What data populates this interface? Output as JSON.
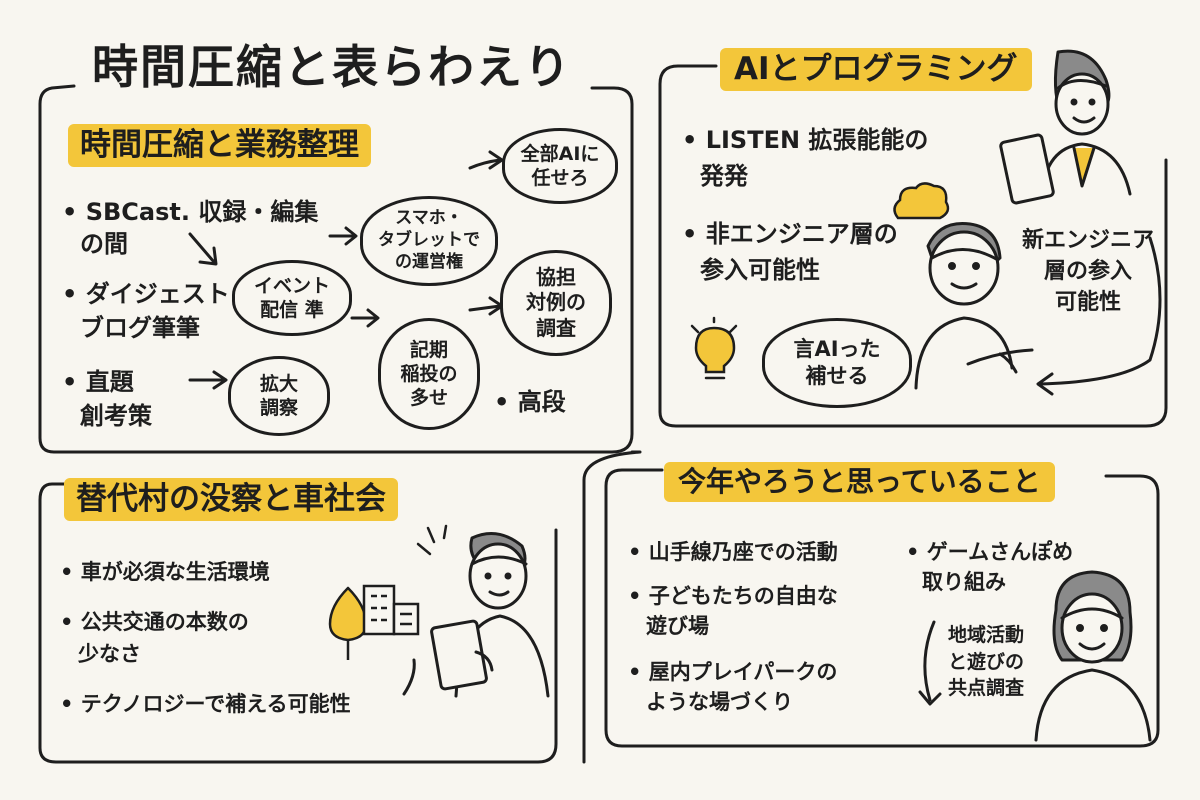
{
  "title": "時間圧縮と表らわえり",
  "panel_tl": {
    "heading": "時間圧縮と業務整理",
    "items": [
      "SBCast. 収録・編集",
      "の間",
      "ダイジェスト・",
      "ブログ筆筆",
      "直題",
      "創考策"
    ],
    "bubbles": [
      "全部AIに\n任せろ",
      "スマホ・\nタブレットで\nの運営権",
      "イベント\n配信 準",
      "協担\n対例の\n調査",
      "記期\n稲投の\n多せ",
      "拡大\n調察"
    ],
    "tag": "高段"
  },
  "panel_tr": {
    "heading": "AIとプログラミング",
    "items": [
      "LISTEN 拡張能能の",
      "発発",
      "非エンジニア層の",
      "参入可能性"
    ],
    "bubble": "言AIった\n補せる",
    "side_note": "新エンジニア\n層の参入\n可能性"
  },
  "panel_bl": {
    "heading": "替代村の没察と車社会",
    "items": [
      "車が必須な生活環境",
      "公共交通の本数の",
      "少なさ",
      "テクノロジーで補える可能性"
    ]
  },
  "panel_br": {
    "heading": "今年やろうと思っていること",
    "items": [
      "山手線乃座での活動",
      "子どもたちの自由な",
      "遊び場",
      "屋内プレイパークの",
      "ような場づくり",
      "ゲームさんぽめ",
      "取り組み"
    ],
    "note": "地域活動\nと遊びの\n共点調査"
  },
  "colors": {
    "highlight": "#f3c63a",
    "ink": "#1e1e1e",
    "background": "#f8f6f0"
  },
  "icons": [
    "lightbulb-icon",
    "cloud-icon",
    "tree-icon",
    "building-icon",
    "clipboard-icon",
    "arrow-icon"
  ]
}
